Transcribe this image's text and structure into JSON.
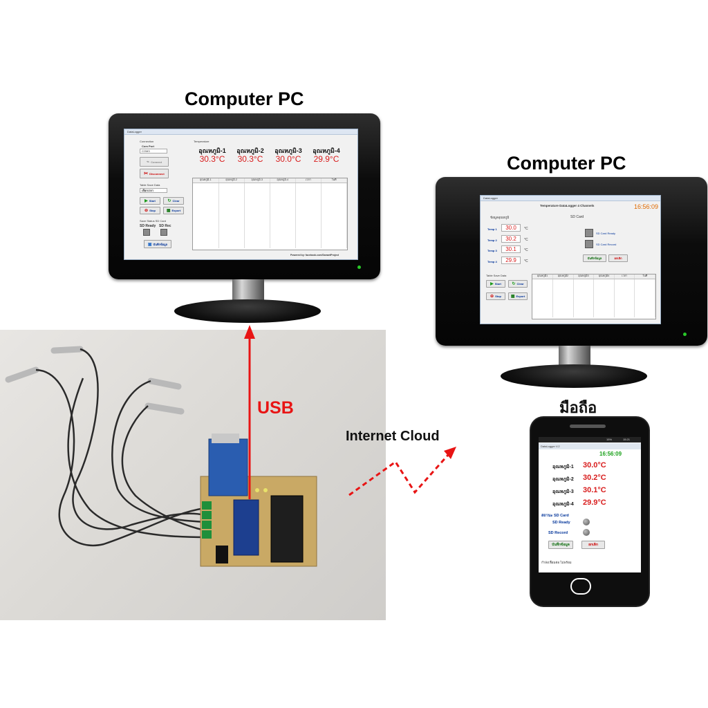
{
  "labels": {
    "pc_left": "Computer PC",
    "pc_right": "Computer PC",
    "usb": "USB",
    "internet": "Internet Cloud",
    "mobile": "มือถือ"
  },
  "colors": {
    "accent_red": "#e81414",
    "value_red": "#d81b1b",
    "clock_orange": "#e06a00",
    "phone_clock_green": "#1aa11a",
    "dark_blue": "#003399"
  },
  "left_app": {
    "comm_label": "Connection",
    "com_port_label": "Com Port",
    "com_port_value": "COM3",
    "connect_label": "Connect",
    "disconnect_label": "Disconnect",
    "table_save_label": "Table Save Data",
    "mode_value": "เลือกเวลา",
    "start_label": "Start",
    "clear_label": "Clear",
    "stop_label": "Stop",
    "export_label": "Export",
    "sd_status_label": "Save Status SD Card",
    "sd_ready_label": "SD Ready",
    "sd_rec_label": "SD Rec",
    "save_sd_label": "บันทึกข้อมูล",
    "temperature_group": "Temperature",
    "channels": [
      {
        "name": "อุณหภูมิ-1",
        "value": "30.3°C"
      },
      {
        "name": "อุณหภูมิ-2",
        "value": "30.3°C"
      },
      {
        "name": "อุณหภูมิ-3",
        "value": "30.0°C"
      },
      {
        "name": "อุณหภูมิ-4",
        "value": "29.9°C"
      }
    ],
    "table_headers": [
      "อุณหภูมิ-1",
      "อุณหภูมิ-2",
      "อุณหภูมิ-3",
      "อุณหภูมิ-4",
      "เวลา",
      "วันที่"
    ],
    "footer": "Powered by: facebook.com/SamartProject"
  },
  "right_app": {
    "title": "Temperature DataLogger 4 Channels",
    "clock": "16:56:09",
    "group_temp": "ข้อมูลอุณหภูมิ",
    "group_sd": "SD Card",
    "temps": [
      {
        "label": "Temp 1",
        "value": "30.0",
        "unit": "°C"
      },
      {
        "label": "Temp 2",
        "value": "30.2",
        "unit": "°C"
      },
      {
        "label": "Temp 3",
        "value": "30.1",
        "unit": "°C"
      },
      {
        "label": "Temp 4",
        "value": "29.9",
        "unit": "°C"
      }
    ],
    "sd_ready": "SD Card Ready",
    "sd_record": "SD Card Record",
    "save_btn": "บันทึกข้อมูล",
    "cancel_btn": "ยกเลิก",
    "table_save_label": "Table Save Data",
    "start_label": "Start",
    "clear_label": "Clear",
    "stop_label": "Stop",
    "export_label": "Export",
    "table_headers": [
      "อุณหภูมิ1",
      "อุณหภูมิ2",
      "อุณหภูมิ3",
      "อุณหภูมิ4",
      "เวลา",
      "วันที่"
    ]
  },
  "phone_app": {
    "status_time": "15:21",
    "status_battery": "15%",
    "app_title": "DataLogger V.2",
    "clock": "16:56:09",
    "temps": [
      {
        "label": "อุณหภูมิ-1",
        "value": "30.0°C"
      },
      {
        "label": "อุณหภูมิ-2",
        "value": "30.2°C"
      },
      {
        "label": "อุณหภูมิ-3",
        "value": "30.1°C"
      },
      {
        "label": "อุณหภูมิ-4",
        "value": "29.9°C"
      }
    ],
    "sd_status": "สถานะ SD Card",
    "sd_ready": "SD Ready",
    "sd_record": "SD Record",
    "save_btn": "บันทึกข้อมูล",
    "cancel_btn": "ยกเลิก",
    "footer": "กำลังเชื่อมต่อ ไม่พร้อม"
  }
}
